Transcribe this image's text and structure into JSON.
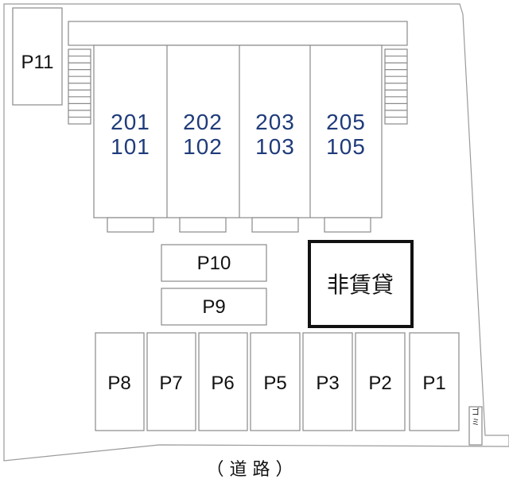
{
  "units": [
    {
      "upper": "201",
      "lower": "101"
    },
    {
      "upper": "202",
      "lower": "102"
    },
    {
      "upper": "203",
      "lower": "103"
    },
    {
      "upper": "205",
      "lower": "105"
    }
  ],
  "parking": {
    "p11": "P11",
    "p10": "P10",
    "p9": "P9",
    "row": [
      "P8",
      "P7",
      "P6",
      "P5",
      "P3",
      "P2",
      "P1"
    ]
  },
  "non_rental": "非賃貸",
  "garbage": "ゴミ",
  "road": "（ 道 路 ）"
}
